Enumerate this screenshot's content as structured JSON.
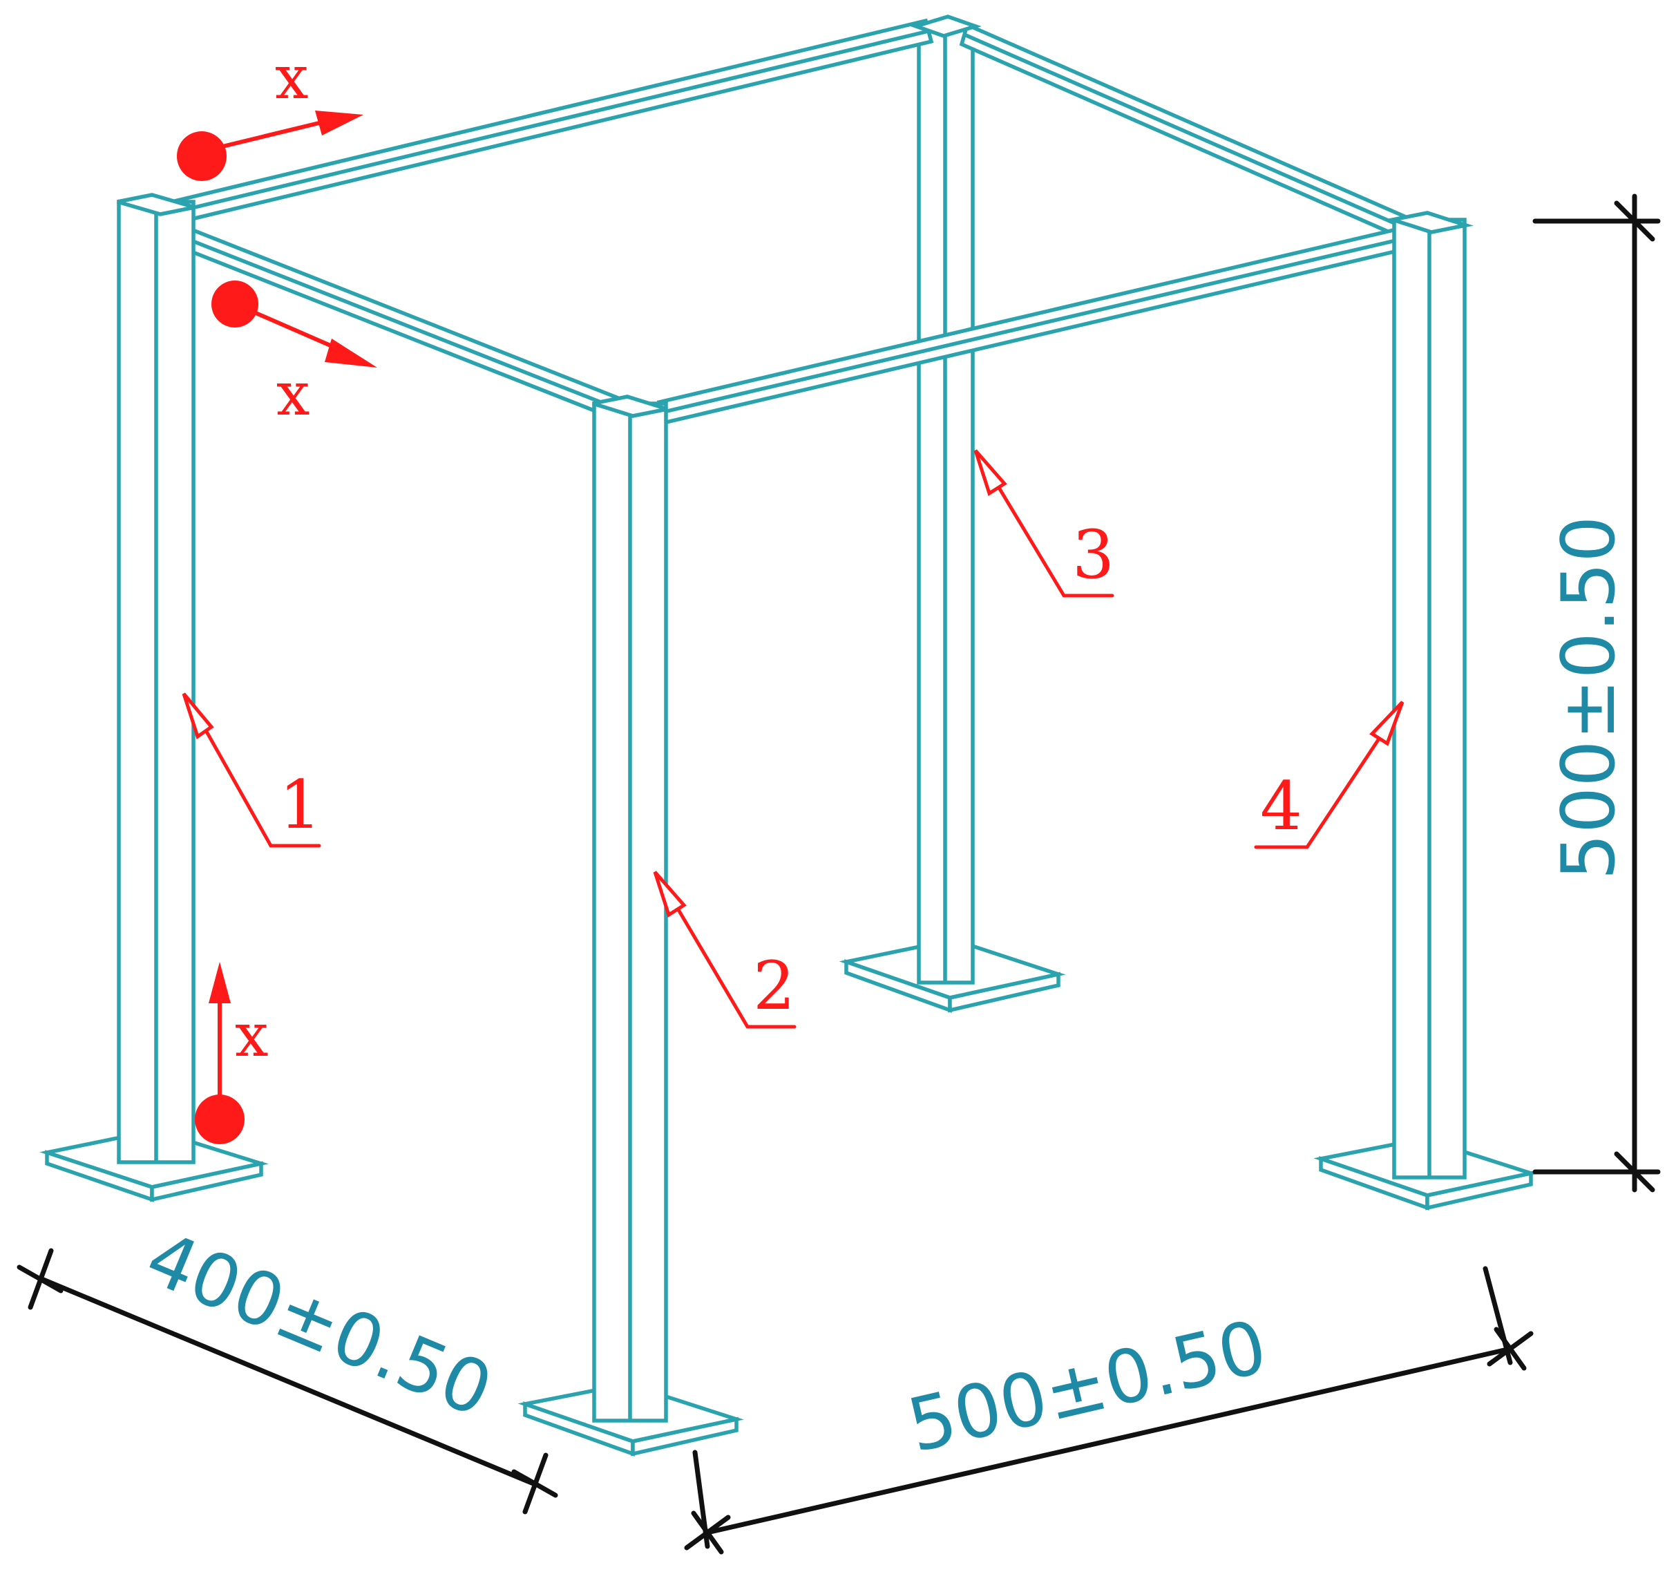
{
  "colors": {
    "frame": "#2aa3ae",
    "dimension_line": "#111111",
    "dimension_text": "#1f8aa6",
    "annotation": "#ff1a1a"
  },
  "dimensions": {
    "depth": "400±0.50",
    "width": "500±0.50",
    "height": "500±0.50"
  },
  "columns": [
    {
      "label": "1"
    },
    {
      "label": "2"
    },
    {
      "label": "3"
    },
    {
      "label": "4"
    }
  ],
  "sensors": [
    {
      "axis_label": "x",
      "icon": "sensor-dot"
    },
    {
      "axis_label": "x",
      "icon": "sensor-dot"
    },
    {
      "axis_label": "x",
      "icon": "sensor-dot"
    }
  ]
}
